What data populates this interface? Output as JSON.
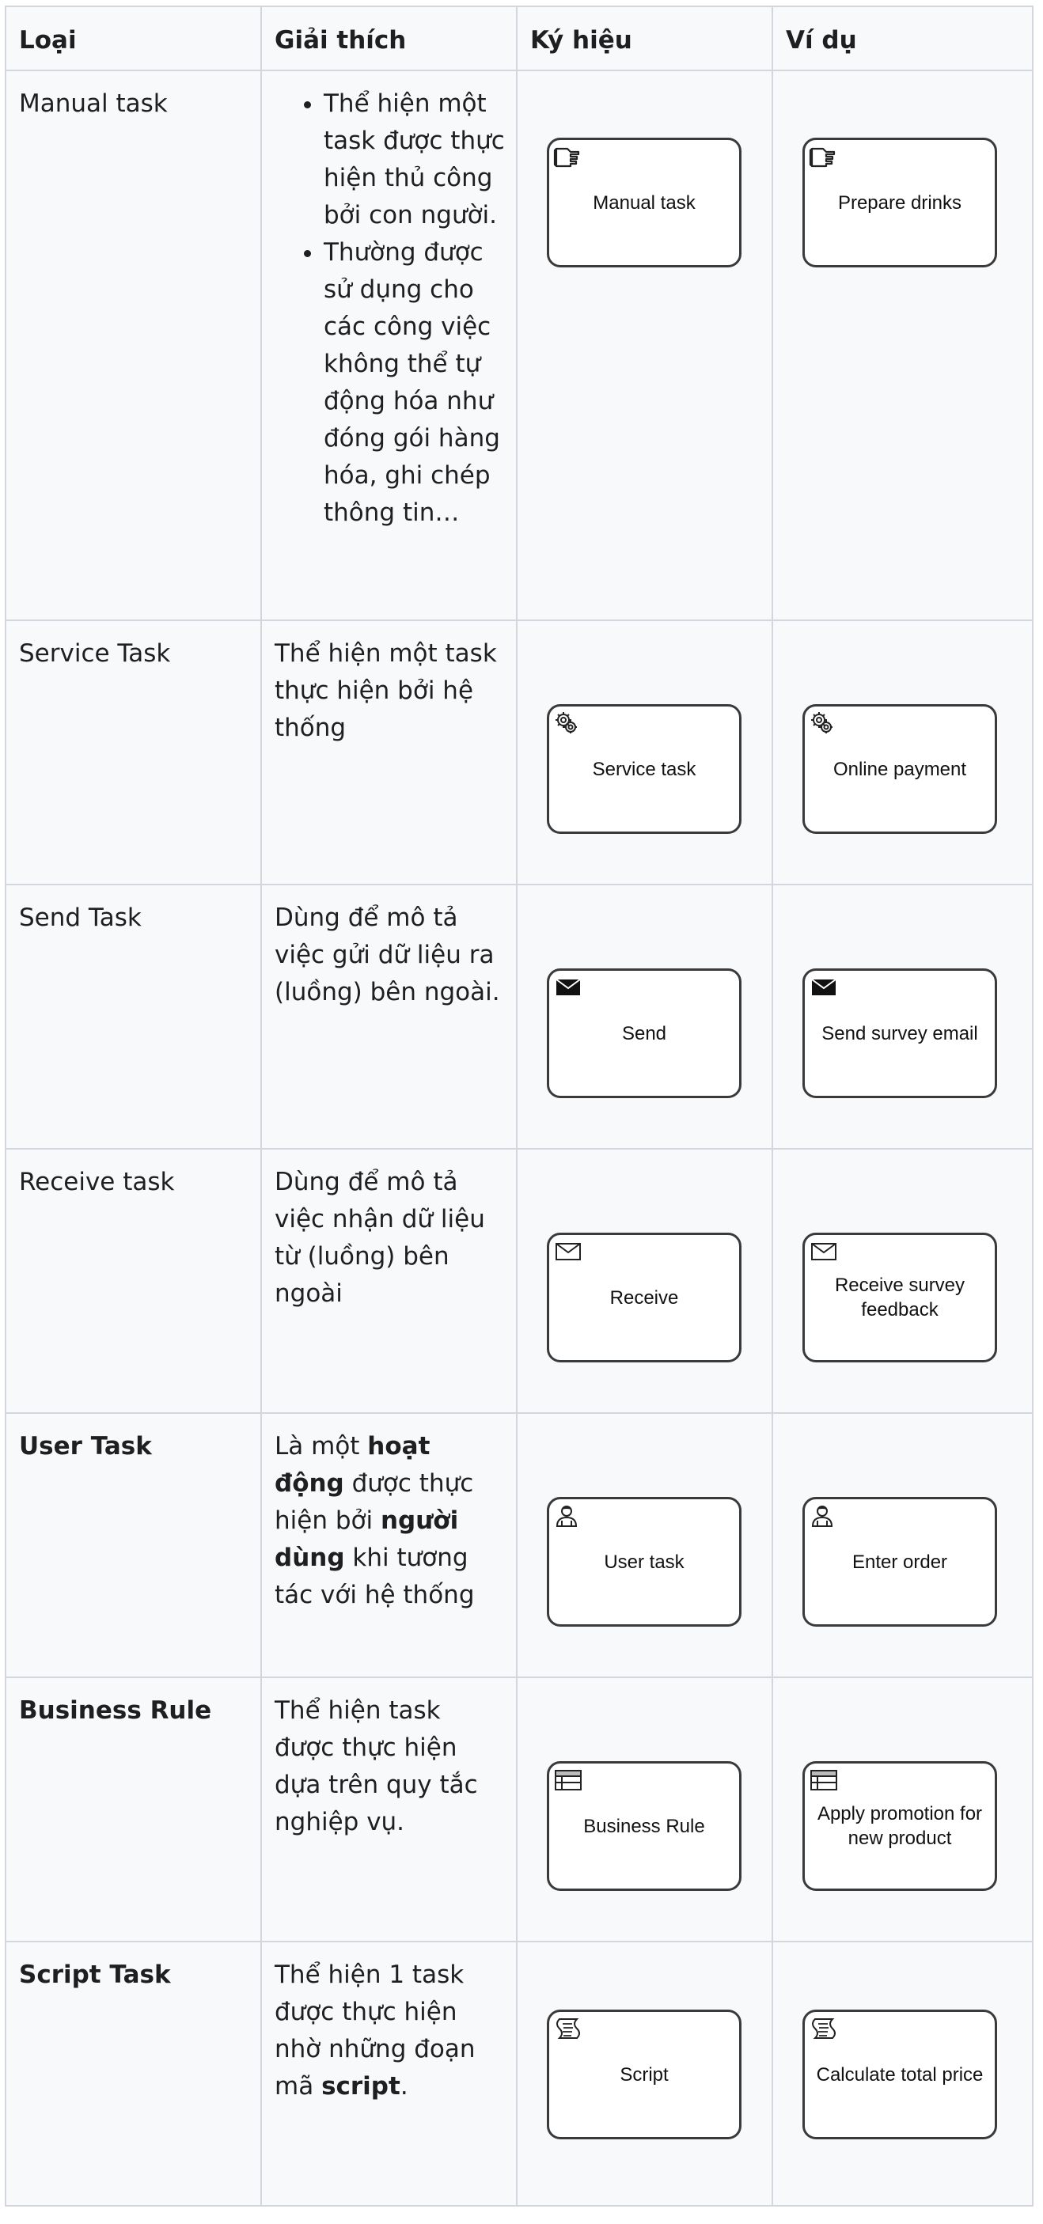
{
  "headers": {
    "type": "Loại",
    "desc": "Giải thích",
    "symbol": "Ký hiệu",
    "example": "Ví dụ"
  },
  "rows": [
    {
      "type": "Manual task",
      "desc_bullets": [
        "Thể hiện một task được thực hiện thủ công bởi con người.",
        "Thường được sử dụng cho các công việc không thể tự động hóa như đóng gói hàng hóa, ghi chép thông tin…"
      ],
      "icon": "manual-hand-icon",
      "symbol_label": "Manual task",
      "example_label": "Prepare drinks"
    },
    {
      "type": "Service Task",
      "desc_parts": [
        "Thể hiện một task thực hiện bởi hệ thống"
      ],
      "icon": "gear-icon",
      "symbol_label": "Service task",
      "example_label": "Online payment"
    },
    {
      "type": "Send Task",
      "desc_parts": [
        "Dùng để mô tả việc gửi dữ liệu ra (luồng) bên ngoài."
      ],
      "icon": "filled-envelope-icon",
      "symbol_label": "Send",
      "example_label": "Send survey email"
    },
    {
      "type": "Receive task",
      "desc_parts": [
        "Dùng để mô tả việc nhận dữ liệu từ (luồng) bên ngoài"
      ],
      "icon": "outline-envelope-icon",
      "symbol_label": "Receive",
      "example_label": "Receive survey feedback"
    },
    {
      "type": "User Task",
      "desc_parts": [
        "Là một ",
        "hoạt động",
        " được thực hiện bởi ",
        "người dùng",
        " khi tương tác với hệ thống"
      ],
      "icon": "user-icon",
      "symbol_label": "User task",
      "example_label": "Enter order"
    },
    {
      "type": "Business Rule",
      "desc_parts": [
        "Thể hiện task được thực hiện dựa trên quy tắc nghiệp vụ."
      ],
      "icon": "table-icon",
      "symbol_label": "Business Rule",
      "example_label": "Apply promotion for new product"
    },
    {
      "type": "Script Task",
      "desc_parts": [
        "Thể hiện 1 task được thực hiện nhờ những đoạn mã ",
        "script",
        "."
      ],
      "icon": "script-scroll-icon",
      "symbol_label": "Script",
      "example_label": "Calculate total price"
    }
  ]
}
